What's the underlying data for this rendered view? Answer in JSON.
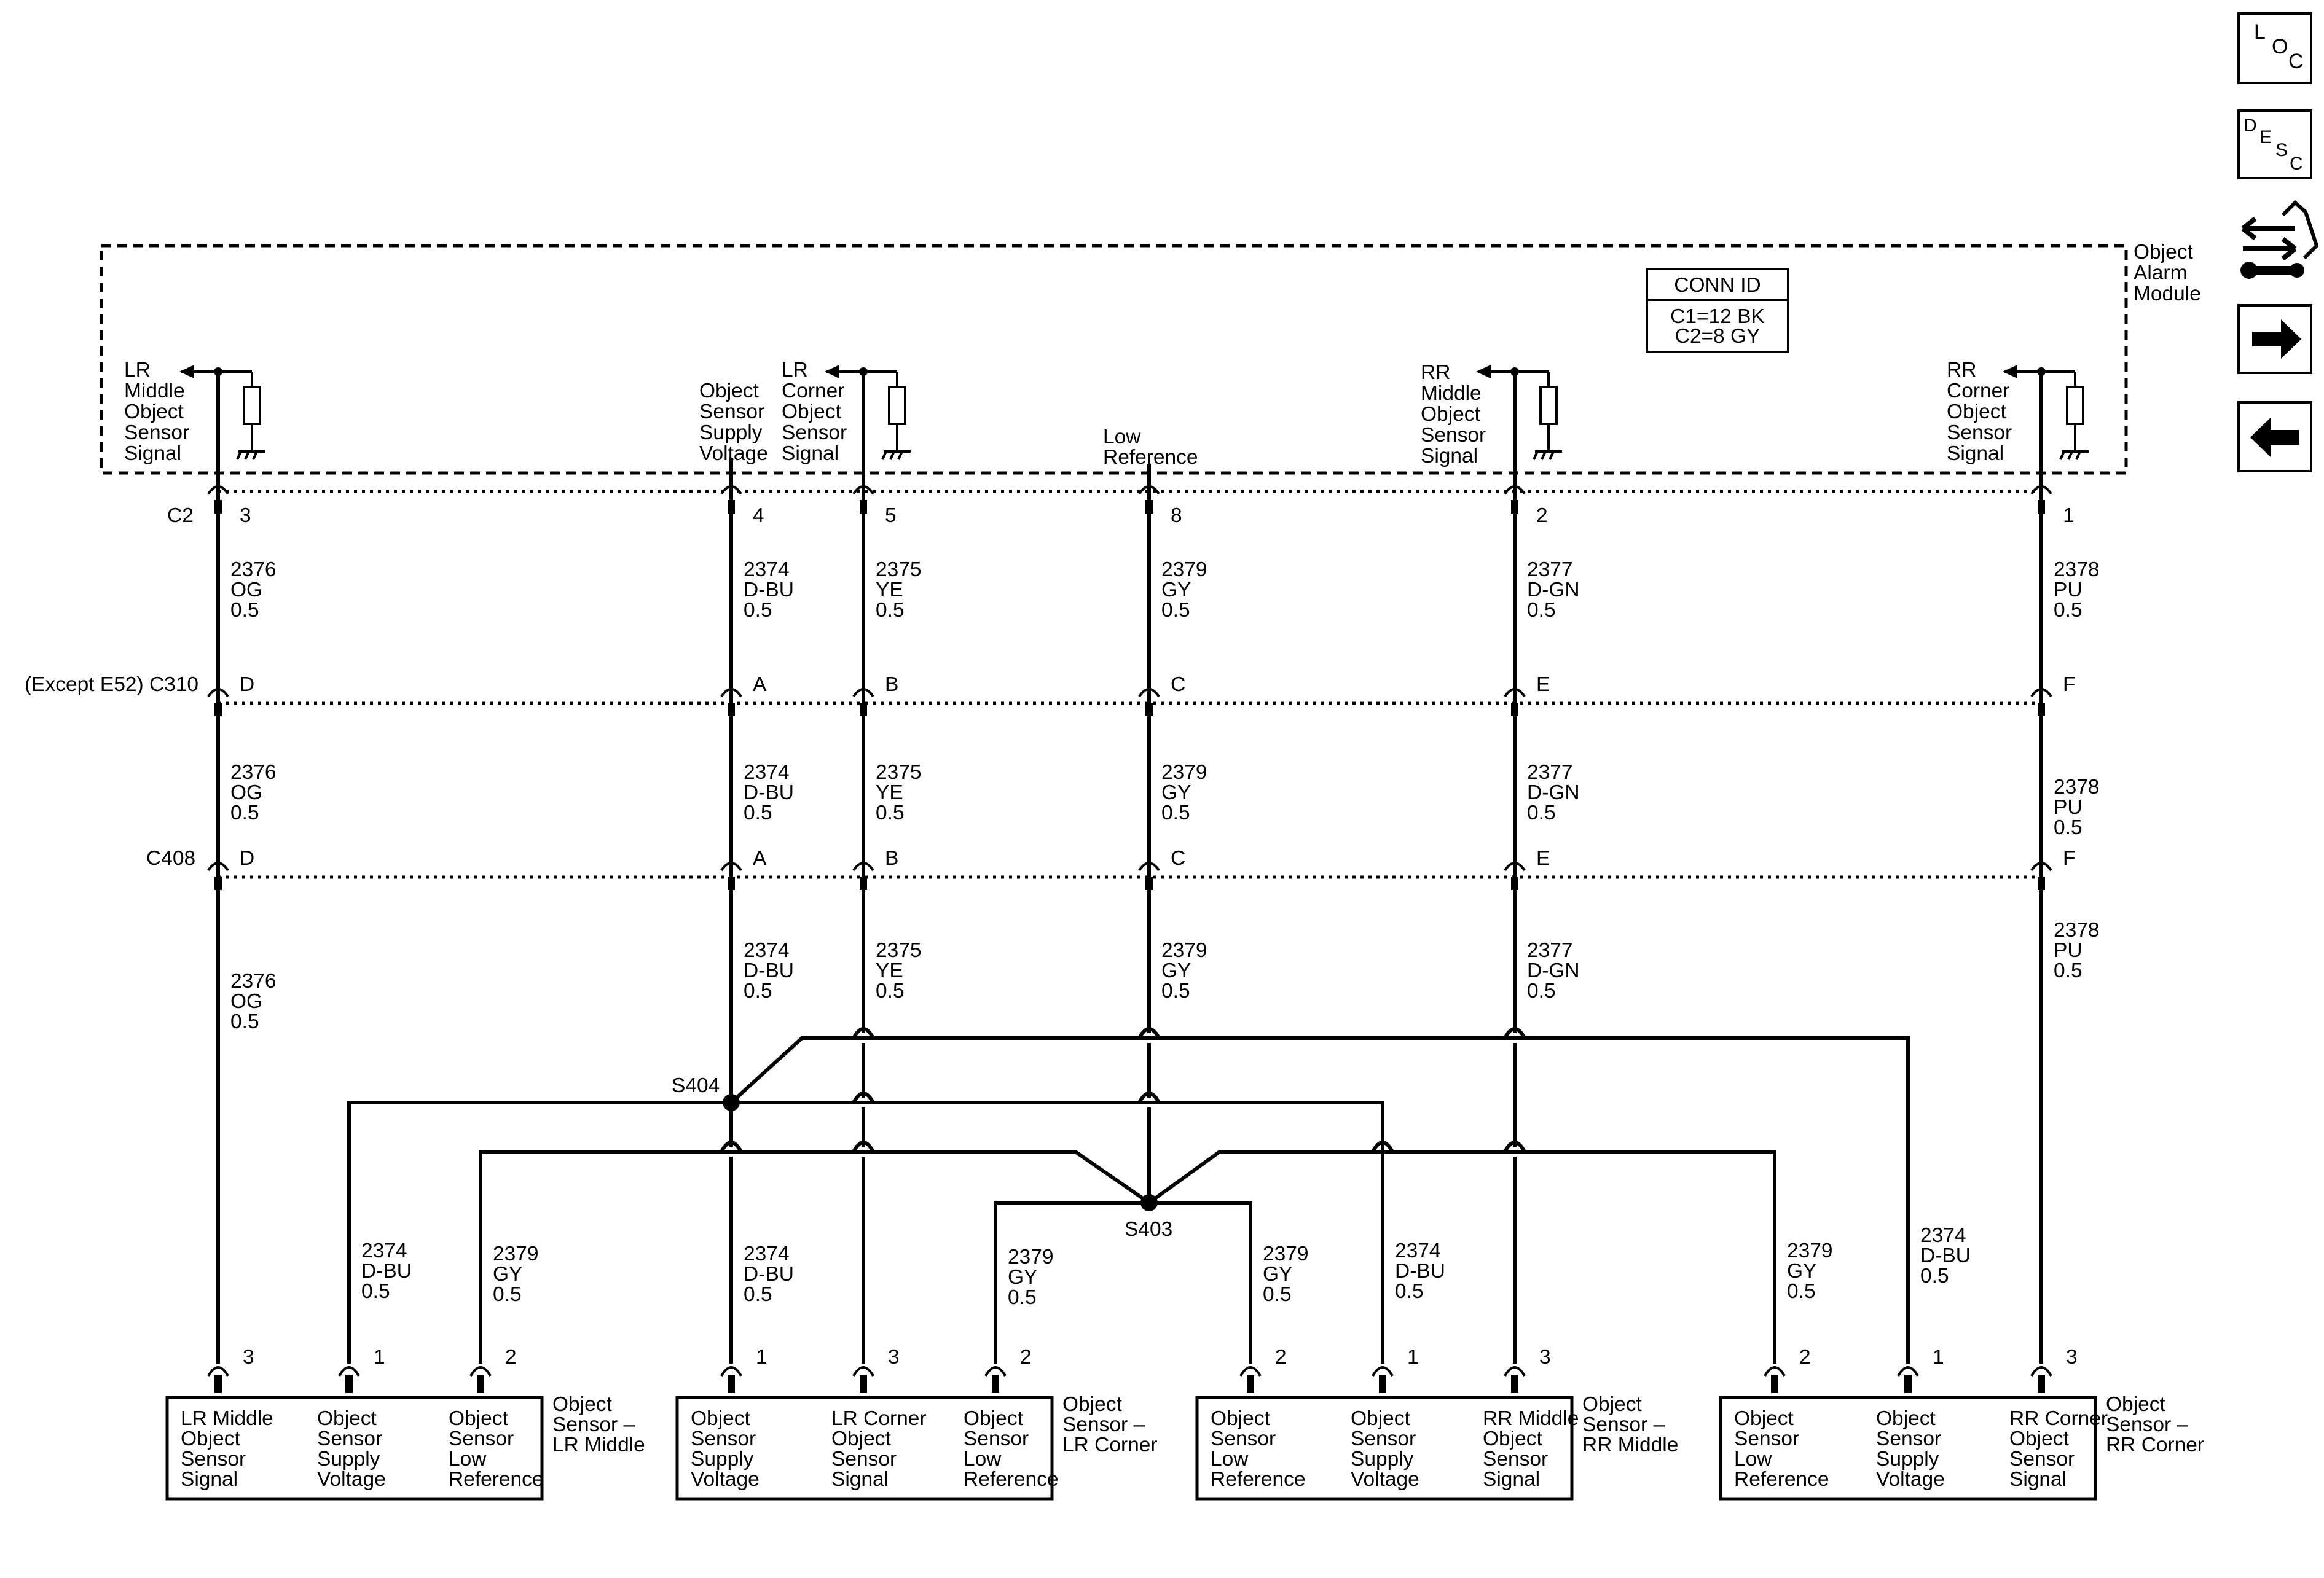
{
  "module": {
    "name": [
      "Object",
      "Alarm",
      "Module"
    ],
    "conn_id_title": "CONN ID",
    "conn_ids": [
      "C1=12 BK",
      "C2=8 GY"
    ]
  },
  "connectors": {
    "c2": "C2",
    "c310": "(Except E52) C310",
    "c408": "C408"
  },
  "columns": [
    {
      "id": "lrm",
      "module_label": [
        "LR",
        "Middle",
        "Object",
        "Sensor",
        "Signal"
      ],
      "c2_pin": "3",
      "c310_pin": "D",
      "c408_pin": "D",
      "seg1": [
        "2376",
        "OG",
        "0.5"
      ],
      "seg2": [
        "2376",
        "OG",
        "0.5"
      ],
      "seg3": [
        "2376",
        "OG",
        "0.5"
      ]
    },
    {
      "id": "supply",
      "module_label": [
        "Object",
        "Sensor",
        "Supply",
        "Voltage"
      ],
      "c2_pin": "4",
      "c310_pin": "A",
      "c408_pin": "A",
      "seg1": [
        "2374",
        "D-BU",
        "0.5"
      ],
      "seg2": [
        "2374",
        "D-BU",
        "0.5"
      ],
      "seg3": [
        "2374",
        "D-BU",
        "0.5"
      ]
    },
    {
      "id": "lrc",
      "module_label": [
        "LR",
        "Corner",
        "Object",
        "Sensor",
        "Signal"
      ],
      "c2_pin": "5",
      "c310_pin": "B",
      "c408_pin": "B",
      "seg1": [
        "2375",
        "YE",
        "0.5"
      ],
      "seg2": [
        "2375",
        "YE",
        "0.5"
      ],
      "seg3": [
        "2375",
        "YE",
        "0.5"
      ]
    },
    {
      "id": "lowref",
      "module_label": [
        "Low",
        "Reference"
      ],
      "c2_pin": "8",
      "c310_pin": "C",
      "c408_pin": "C",
      "seg1": [
        "2379",
        "GY",
        "0.5"
      ],
      "seg2": [
        "2379",
        "GY",
        "0.5"
      ],
      "seg3": [
        "2379",
        "GY",
        "0.5"
      ]
    },
    {
      "id": "rrm",
      "module_label": [
        "RR",
        "Middle",
        "Object",
        "Sensor",
        "Signal"
      ],
      "c2_pin": "2",
      "c310_pin": "E",
      "c408_pin": "E",
      "seg1": [
        "2377",
        "D-GN",
        "0.5"
      ],
      "seg2": [
        "2377",
        "D-GN",
        "0.5"
      ],
      "seg3": [
        "2377",
        "D-GN",
        "0.5"
      ]
    },
    {
      "id": "rrc",
      "module_label": [
        "RR",
        "Corner",
        "Object",
        "Sensor",
        "Signal"
      ],
      "c2_pin": "1",
      "c310_pin": "F",
      "c408_pin": "F",
      "seg1": [
        "2378",
        "PU",
        "0.5"
      ],
      "seg2": [
        "2378",
        "PU",
        "0.5"
      ],
      "seg3": [
        "2378",
        "PU",
        "0.5"
      ]
    }
  ],
  "splices": {
    "s404": "S404",
    "s403": "S403"
  },
  "branch_wires": [
    [
      "2374",
      "D-BU",
      "0.5"
    ],
    [
      "2379",
      "GY",
      "0.5"
    ],
    [
      "2374",
      "D-BU",
      "0.5"
    ],
    [
      "2379",
      "GY",
      "0.5"
    ],
    [
      "2379",
      "GY",
      "0.5"
    ],
    [
      "2374",
      "D-BU",
      "0.5"
    ],
    [
      "2379",
      "GY",
      "0.5"
    ],
    [
      "2374",
      "D-BU",
      "0.5"
    ]
  ],
  "sensors": [
    {
      "name": [
        "Object",
        "Sensor –",
        "LR Middle"
      ],
      "pins": [
        {
          "pin": "3",
          "label": [
            "LR Middle",
            "Object",
            "Sensor",
            "Signal"
          ]
        },
        {
          "pin": "1",
          "label": [
            "Object",
            "Sensor",
            "Supply",
            "Voltage"
          ]
        },
        {
          "pin": "2",
          "label": [
            "Object",
            "Sensor",
            "Low",
            "Reference"
          ]
        }
      ]
    },
    {
      "name": [
        "Object",
        "Sensor –",
        "LR Corner"
      ],
      "pins": [
        {
          "pin": "1",
          "label": [
            "Object",
            "Sensor",
            "Supply",
            "Voltage"
          ]
        },
        {
          "pin": "3",
          "label": [
            "LR Corner",
            "Object",
            "Sensor",
            "Signal"
          ]
        },
        {
          "pin": "2",
          "label": [
            "Object",
            "Sensor",
            "Low",
            "Reference"
          ]
        }
      ]
    },
    {
      "name": [
        "Object",
        "Sensor –",
        "RR Middle"
      ],
      "pins": [
        {
          "pin": "2",
          "label": [
            "Object",
            "Sensor",
            "Low",
            "Reference"
          ]
        },
        {
          "pin": "1",
          "label": [
            "Object",
            "Sensor",
            "Supply",
            "Voltage"
          ]
        },
        {
          "pin": "3",
          "label": [
            "RR Middle",
            "Object",
            "Sensor",
            "Signal"
          ]
        }
      ]
    },
    {
      "name": [
        "Object",
        "Sensor –",
        "RR Corner"
      ],
      "pins": [
        {
          "pin": "2",
          "label": [
            "Object",
            "Sensor",
            "Low",
            "Reference"
          ]
        },
        {
          "pin": "1",
          "label": [
            "Object",
            "Sensor",
            "Supply",
            "Voltage"
          ]
        },
        {
          "pin": "3",
          "label": [
            "RR Corner",
            "Object",
            "Sensor",
            "Signal"
          ]
        }
      ]
    }
  ],
  "side_buttons": {
    "loc": [
      "L",
      "O",
      "C"
    ],
    "desc": [
      "D",
      "E",
      "S",
      "C"
    ],
    "items": [
      "loc-icon",
      "desc-icon",
      "connector-tools-icon",
      "next-arrow-icon",
      "previous-arrow-icon"
    ]
  }
}
